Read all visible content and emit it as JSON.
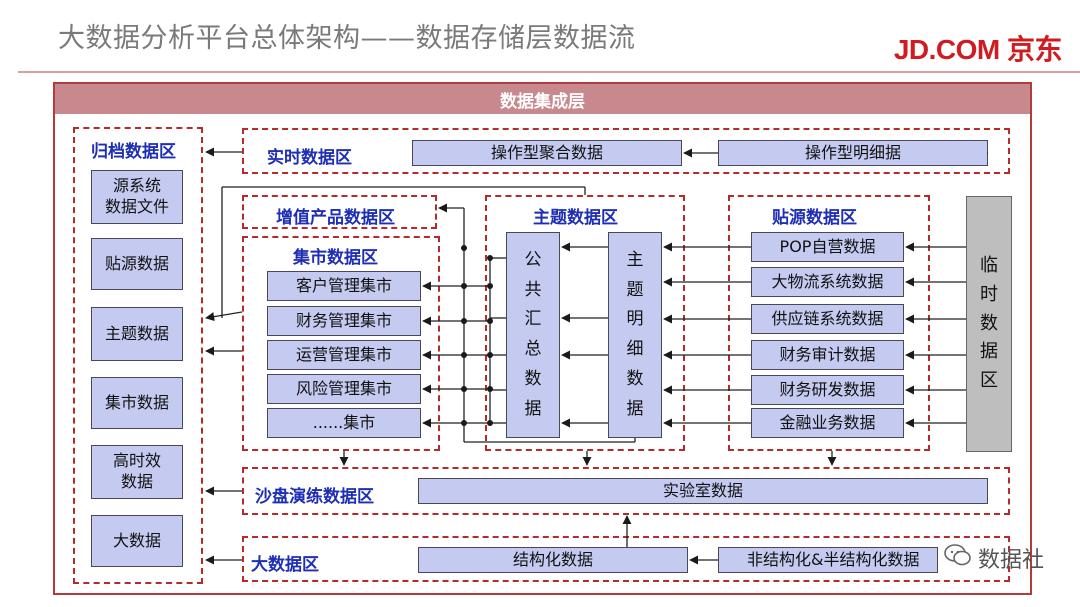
{
  "header": {
    "title": "大数据分析平台总体架构——数据存储层数据流",
    "logo": "JD.COM 京东"
  },
  "layer_title": "数据集成层",
  "archive": {
    "label": "归档数据区",
    "items": [
      "源系统\n数据文件",
      "贴源数据",
      "主题数据",
      "集市数据",
      "高时效\n数据",
      "大数据"
    ]
  },
  "realtime": {
    "label": "实时数据区",
    "agg": "操作型聚合数据",
    "detail": "操作型明细据"
  },
  "value_added": {
    "label": "增值产品数据区"
  },
  "mart": {
    "label": "集市数据区",
    "items": [
      "客户管理集市",
      "财务管理集市",
      "运营管理集市",
      "风险管理集市",
      "......集市"
    ]
  },
  "subject": {
    "label": "主题数据区",
    "summary": "公\n共\n汇\n总\n数\n据",
    "detail": "主\n题\n明\n细\n数\n据"
  },
  "source": {
    "label": "贴源数据区",
    "items": [
      "POP自营数据",
      "大物流系统数据",
      "供应链系统数据",
      "财务审计数据",
      "财务研发数据",
      "金融业务数据"
    ]
  },
  "temp": {
    "label": "临\n时\n数\n据\n区"
  },
  "sandbox": {
    "label": "沙盘演练数据区",
    "lab": "实验室数据"
  },
  "bigdata": {
    "label": "大数据区",
    "structured": "结构化数据",
    "unstructured": "非结构化&半结构化数据"
  },
  "watermark": "数据社"
}
